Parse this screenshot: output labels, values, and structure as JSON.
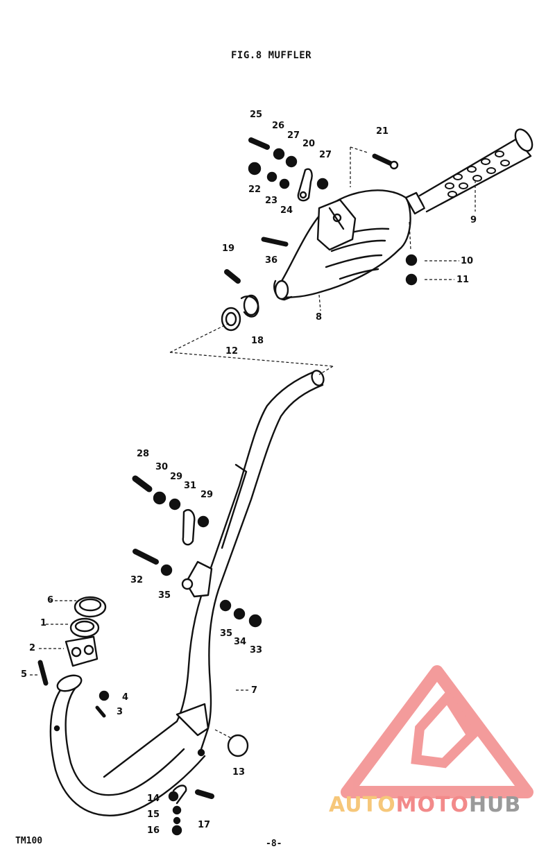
{
  "title": "FIG.8 MUFFLER",
  "footer": {
    "model": "TM100",
    "page": "-8-"
  },
  "watermark": {
    "auto": "AUTO",
    "moto": "MOTO",
    "hub": "HUB",
    "logo_color": "#f28a8a"
  },
  "callouts": [
    "1",
    "2",
    "3",
    "4",
    "5",
    "6",
    "7",
    "8",
    "9",
    "10",
    "11",
    "12",
    "13",
    "14",
    "15",
    "16",
    "17",
    "18",
    "19",
    "20",
    "21",
    "22",
    "23",
    "24",
    "25",
    "26",
    "27",
    "27",
    "28",
    "29",
    "29",
    "30",
    "31",
    "32",
    "33",
    "34",
    "35",
    "35",
    "36"
  ]
}
